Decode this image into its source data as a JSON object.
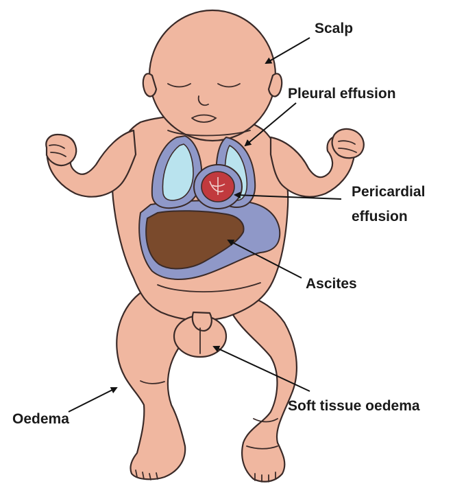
{
  "labels": {
    "scalp": "Scalp",
    "pleural_effusion": "Pleural effusion",
    "pericardial_line1": "Pericardial",
    "pericardial_line2": "effusion",
    "ascites": "Ascites",
    "oedema": "Oedema",
    "soft_tissue_oedema": "Soft tissue oedema"
  },
  "colors": {
    "skin": "#f0b7a0",
    "fluid": "#8f98c8",
    "lung": "#b9e3ee",
    "liver": "#7a4a2c",
    "heart": "#c13a3e",
    "outline": "#3a2a28"
  }
}
